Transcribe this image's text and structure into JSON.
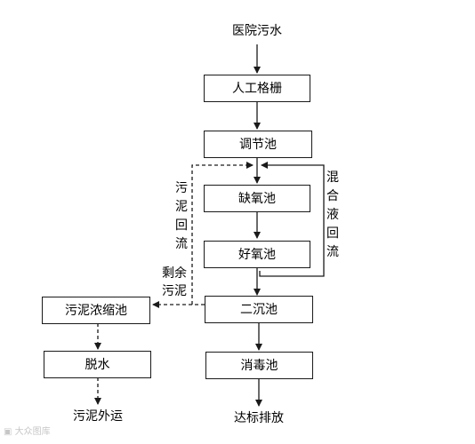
{
  "diagram": {
    "source": "医院污水",
    "steps": {
      "grid": "人工格栅",
      "regulate": "调节池",
      "anoxic": "缺氧池",
      "aerobic": "好氧池",
      "secondary": "二沉池",
      "disinfect": "消毒池",
      "thicken": "污泥浓缩池",
      "dewater": "脱水"
    },
    "outputs": {
      "discharge": "达标排放",
      "sludge_out": "污泥外运"
    },
    "labels": {
      "sludge_return": "污泥回流",
      "mixed_liquor_return": "混合液回流",
      "excess_sludge": "剩余污泥"
    },
    "watermark": "大众图库"
  }
}
